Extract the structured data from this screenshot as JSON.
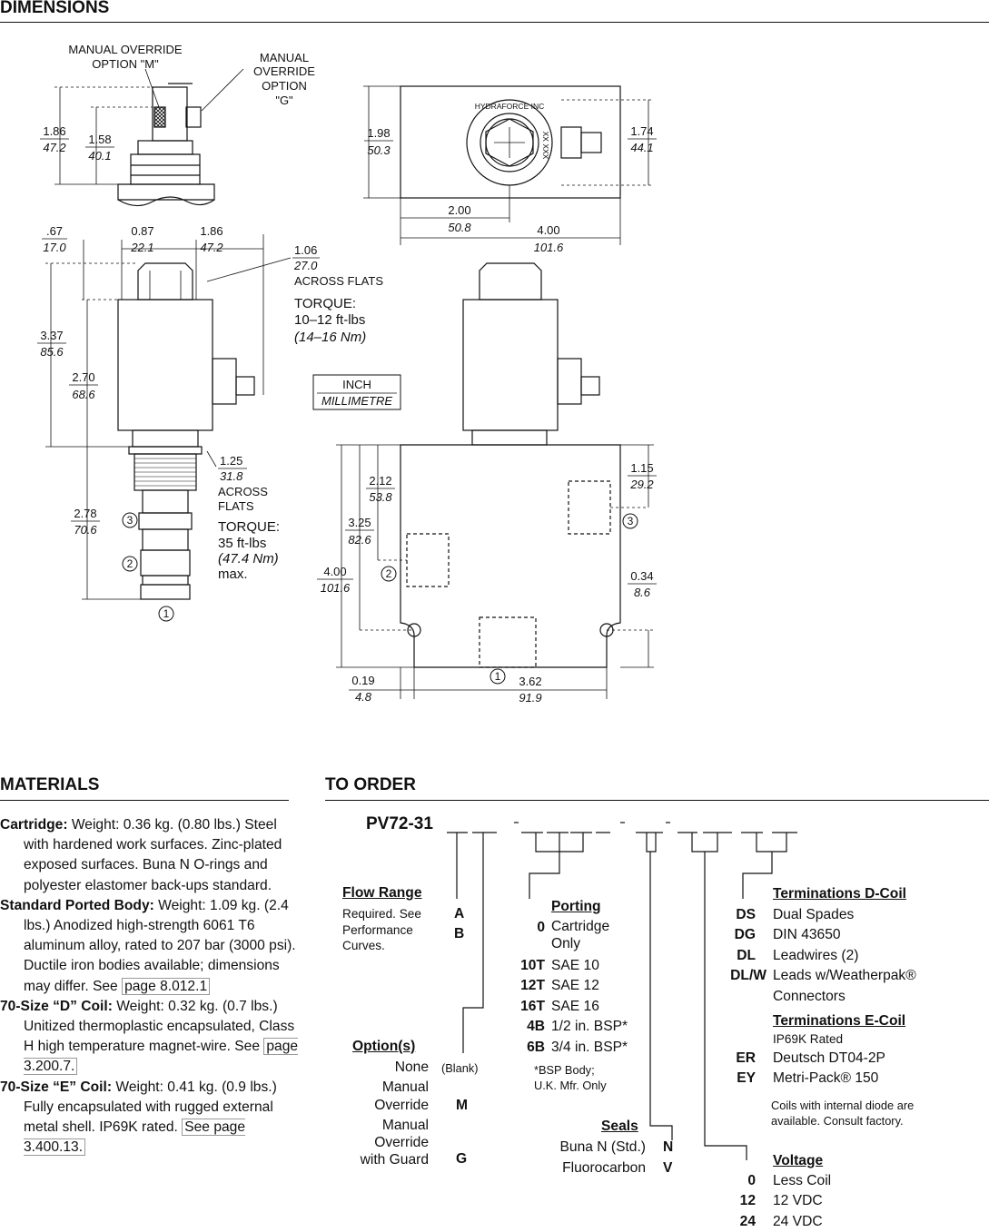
{
  "dimensions": {
    "title": "DIMENSIONS",
    "labels": {
      "mo_m": [
        "MANUAL OVERRIDE",
        "OPTION \"M\""
      ],
      "mo_g": [
        "MANUAL",
        "OVERRIDE",
        "OPTION",
        "\"G\""
      ],
      "d186a_in": "1.86",
      "d186a_mm": "47.2",
      "d158_in": "1.58",
      "d158_mm": "40.1",
      "d198_in": "1.98",
      "d198_mm": "50.3",
      "d174_in": "1.74",
      "d174_mm": "44.1",
      "d200_in": "2.00",
      "d200_mm": "50.8",
      "d400a_in": "4.00",
      "d400a_mm": "101.6",
      "d067_in": ".67",
      "d067_mm": "17.0",
      "d087_in": "0.87",
      "d087_mm": "22.1",
      "d186b_in": "1.86",
      "d186b_mm": "47.2",
      "d106_in": "1.06",
      "d106_mm": "27.0",
      "across_flats": "ACROSS FLATS",
      "torque1": [
        "TORQUE:",
        "10–12 ft-lbs",
        "(14–16 Nm)"
      ],
      "d337_in": "3.37",
      "d337_mm": "85.6",
      "d270_in": "2.70",
      "d270_mm": "68.6",
      "legend_in": "INCH",
      "legend_mm": "MILLIMETRE",
      "d125_in": "1.25",
      "d125_mm": "31.8",
      "across_flats2": [
        "ACROSS",
        "FLATS"
      ],
      "torque2": [
        "TORQUE:",
        "35 ft-lbs",
        "(47.4 Nm)",
        "max."
      ],
      "d278_in": "2.78",
      "d278_mm": "70.6",
      "d212_in": "2.12",
      "d212_mm": "53.8",
      "d325_in": "3.25",
      "d325_mm": "82.6",
      "d400b_in": "4.00",
      "d400b_mm": "101.6",
      "d115_in": "1.15",
      "d115_mm": "29.2",
      "d034_in": "0.34",
      "d034_mm": "8.6",
      "d019_in": "0.19",
      "d019_mm": "4.8",
      "d362_in": "3.62",
      "d362_mm": "91.9",
      "port1": "1",
      "port2": "2",
      "port3": "3",
      "coil_text": "HYDRAFORCE INC",
      "coil_code": "XX XXX"
    }
  },
  "materials": {
    "title": "MATERIALS",
    "items": [
      {
        "label": "Cartridge:",
        "text": " Weight: 0.36 kg. (0.80 lbs.) Steel with hardened work surfaces. Zinc-plated exposed surfaces. Buna N O-rings and polyester elastomer back-ups standard.",
        "link": ""
      },
      {
        "label": "Standard Ported Body:",
        "text": " Weight: 1.09 kg. (2.4 lbs.) Anodized high-strength 6061 T6 aluminum alloy, rated to 207 bar (3000 psi). Ductile iron bodies available; dimensions may differ. See ",
        "link": "page 8.012.1"
      },
      {
        "label": "70-Size “D” Coil:",
        "text": " Weight: 0.32 kg. (0.7 lbs.) Unitized thermoplastic encapsulated, Class H high temperature magnet-wire. See ",
        "link": "page 3.200.7."
      },
      {
        "label": "70-Size “E” Coil:",
        "text": " Weight: 0.41 kg. (0.9 lbs.) Fully encapsulated with rugged external metal shell. IP69K rated. ",
        "link": "See page 3.400.13."
      }
    ]
  },
  "order": {
    "title": "TO ORDER",
    "model": "PV72-31",
    "flow_range": {
      "heading": "Flow Range",
      "desc": [
        "Required. See",
        "Performance",
        "Curves."
      ],
      "codes": [
        "A",
        "B"
      ]
    },
    "options": {
      "heading": "Option(s)",
      "items": [
        {
          "name": "None",
          "code": "(Blank)"
        },
        {
          "name": "Manual\nOverride",
          "code": "M"
        },
        {
          "name": "Manual\nOverride\nwith Guard",
          "code": "G"
        }
      ]
    },
    "porting": {
      "heading": "Porting",
      "items": [
        {
          "code": "0",
          "name": "Cartridge\nOnly"
        },
        {
          "code": "10T",
          "name": "SAE 10"
        },
        {
          "code": "12T",
          "name": "SAE 12"
        },
        {
          "code": "16T",
          "name": "SAE 16"
        },
        {
          "code": "4B",
          "name": "1/2 in. BSP*"
        },
        {
          "code": "6B",
          "name": "3/4 in. BSP*"
        }
      ],
      "note": [
        "*BSP Body;",
        "U.K. Mfr. Only"
      ]
    },
    "seals": {
      "heading": "Seals",
      "items": [
        {
          "name": "Buna N (Std.)",
          "code": "N"
        },
        {
          "name": "Fluorocarbon",
          "code": "V"
        }
      ]
    },
    "term_d": {
      "heading": "Terminations D-Coil",
      "items": [
        {
          "code": "DS",
          "name": "Dual Spades"
        },
        {
          "code": "DG",
          "name": "DIN 43650"
        },
        {
          "code": "DL",
          "name": "Leadwires (2)"
        },
        {
          "code": "DL/W",
          "name": "Leads w/Weatherpak®\nConnectors"
        }
      ]
    },
    "term_e": {
      "heading": "Terminations E-Coil",
      "sub": "IP69K Rated",
      "items": [
        {
          "code": "ER",
          "name": "Deutsch DT04-2P"
        },
        {
          "code": "EY",
          "name": "Metri-Pack® 150"
        }
      ],
      "note": [
        "Coils with internal diode are",
        "available. Consult factory."
      ]
    },
    "voltage": {
      "heading": "Voltage",
      "items": [
        {
          "code": "0",
          "name": "Less Coil"
        },
        {
          "code": "12",
          "name": "12 VDC"
        },
        {
          "code": "24",
          "name": "24 VDC"
        }
      ]
    }
  }
}
